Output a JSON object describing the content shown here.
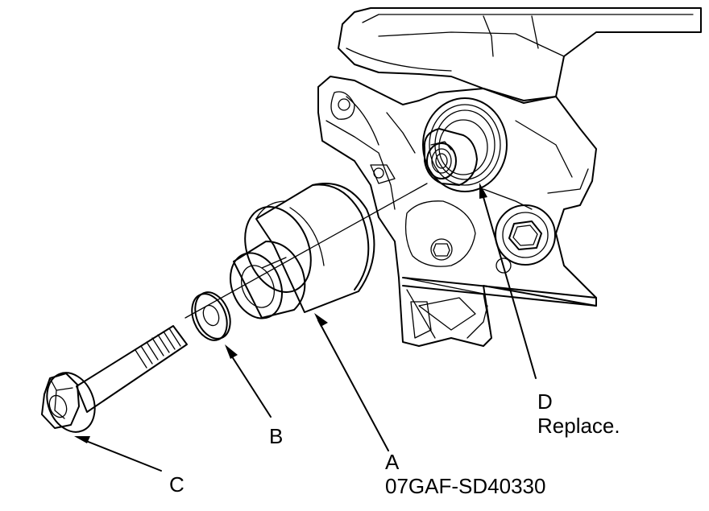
{
  "callouts": {
    "a": {
      "letter": "A",
      "note": "07GAF-SD40330"
    },
    "b": {
      "letter": "B"
    },
    "c": {
      "letter": "C"
    },
    "d": {
      "letter": "D",
      "note": "Replace."
    }
  },
  "colors": {
    "ink": "#000000",
    "background": "#ffffff"
  }
}
